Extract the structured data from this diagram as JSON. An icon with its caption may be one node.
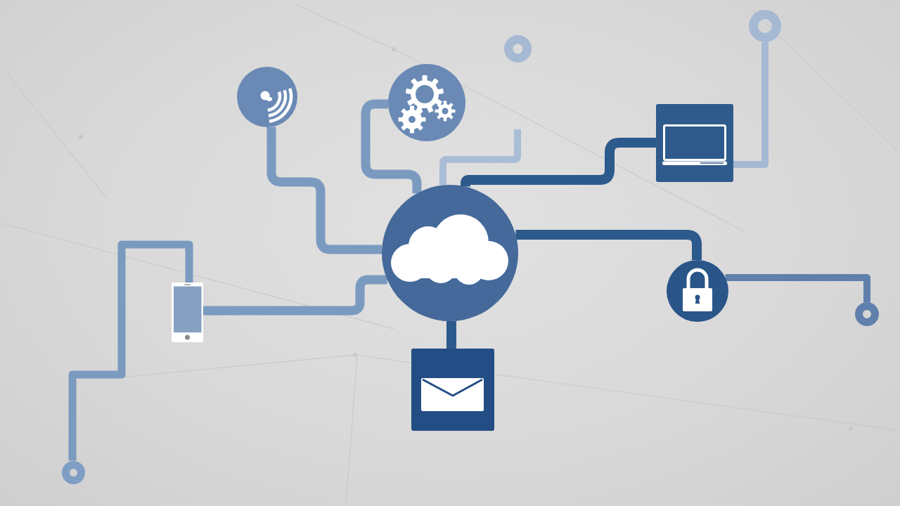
{
  "diagram": {
    "nodes": [
      {
        "text": [],
        "shape": "circle"
      },
      {
        "text": [],
        "shape": "circle"
      },
      {
        "text": [],
        "shape": "circle"
      },
      {
        "text": [],
        "shape": "box"
      },
      {
        "text": [],
        "shape": "circle"
      },
      {
        "text": [],
        "shape": "box"
      },
      {
        "text": [],
        "shape": "picture"
      },
      {
        "text": [],
        "shape": "ring"
      },
      {
        "text": [],
        "shape": "ring"
      },
      {
        "text": [],
        "shape": "ring"
      },
      {
        "text": [],
        "shape": "ring"
      }
    ],
    "edges": [
      {
        "from": 1,
        "to": 0,
        "arrow": "none"
      },
      {
        "from": 2,
        "to": 0,
        "arrow": "none"
      },
      {
        "from": null,
        "to": 0,
        "arrow": "none",
        "color": "#a9bdd6"
      },
      {
        "from": 3,
        "to": 0,
        "arrow": "none",
        "color": "#2d5a8c"
      },
      {
        "from": 3,
        "to": 8,
        "arrow": "none",
        "color": "#a5b9d3"
      },
      {
        "from": 0,
        "to": 4,
        "arrow": "none",
        "color": "#2d5a8c"
      },
      {
        "from": 4,
        "to": 9,
        "arrow": "none",
        "color": "#5f80ad"
      },
      {
        "from": 0,
        "to": 5,
        "arrow": "none",
        "color": "#2d5a8c"
      },
      {
        "from": 6,
        "to": 0,
        "arrow": "none"
      },
      {
        "from": 6,
        "to": 10,
        "arrow": "none"
      }
    ]
  }
}
